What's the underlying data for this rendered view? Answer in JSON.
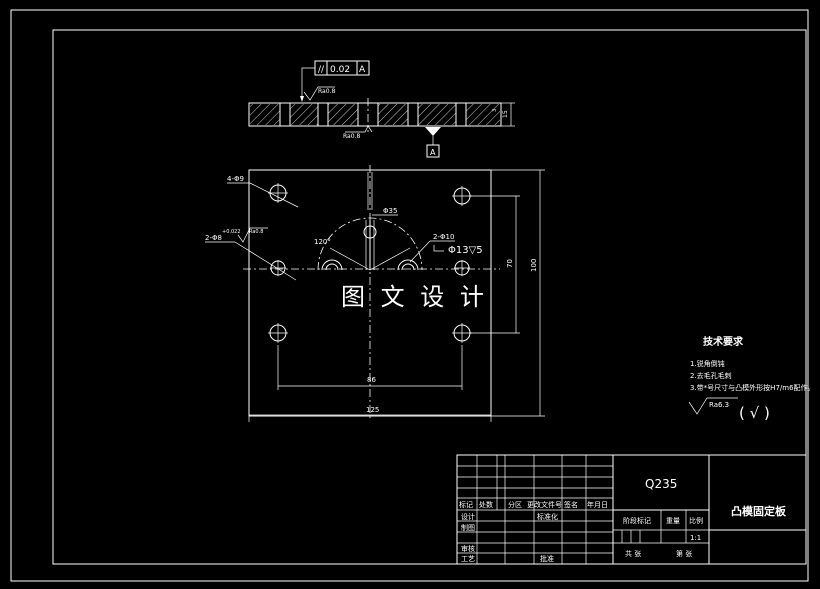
{
  "drawing": {
    "watermark": "图 文 设 计",
    "flatness_tolerance": {
      "symbol": "//",
      "value": "0.02",
      "datum": "A"
    },
    "datum_label": "A",
    "surface_finish_top": "Ra0.8",
    "surface_finish_hole": "Ra0.8",
    "surface_finish_bottom": "Ra0.8",
    "holes_4": "4-Φ9",
    "holes_2": "2-Φ8",
    "holes_2_tol": "+0.022",
    "counterbore_label": "2-Φ10",
    "counterbore_spec": "Φ13▽5",
    "bore_dia": "Φ35",
    "angle_label": "120°",
    "dim_86": "86",
    "dim_125": "125",
    "dim_70": "70",
    "dim_100": "100",
    "side_thickness": "15",
    "side_small": "3"
  },
  "tech_requirements": {
    "title": "技术要求",
    "items": [
      "1.锐角倒钝",
      "2.去毛孔毛刺",
      "3.带*号尺寸与凸模外形按H7/m6配作。"
    ],
    "roughness": "Ra6.3",
    "roughness_rest": "( √ )"
  },
  "title_block": {
    "material": "Q235",
    "part_name": "凸模固定板",
    "header_cols": [
      "标记",
      "处数",
      "分区",
      "更改文件号",
      "签名",
      "年月日"
    ],
    "rows": [
      "设计",
      "制图",
      "审核",
      "工艺"
    ],
    "standardize": "标准化",
    "approve": "批准",
    "stage_mark": "阶段标记",
    "weight": "重量",
    "scale": "比例",
    "scale_value": "1:1",
    "sheet_total": "共  张",
    "sheet_no": "第  张"
  }
}
